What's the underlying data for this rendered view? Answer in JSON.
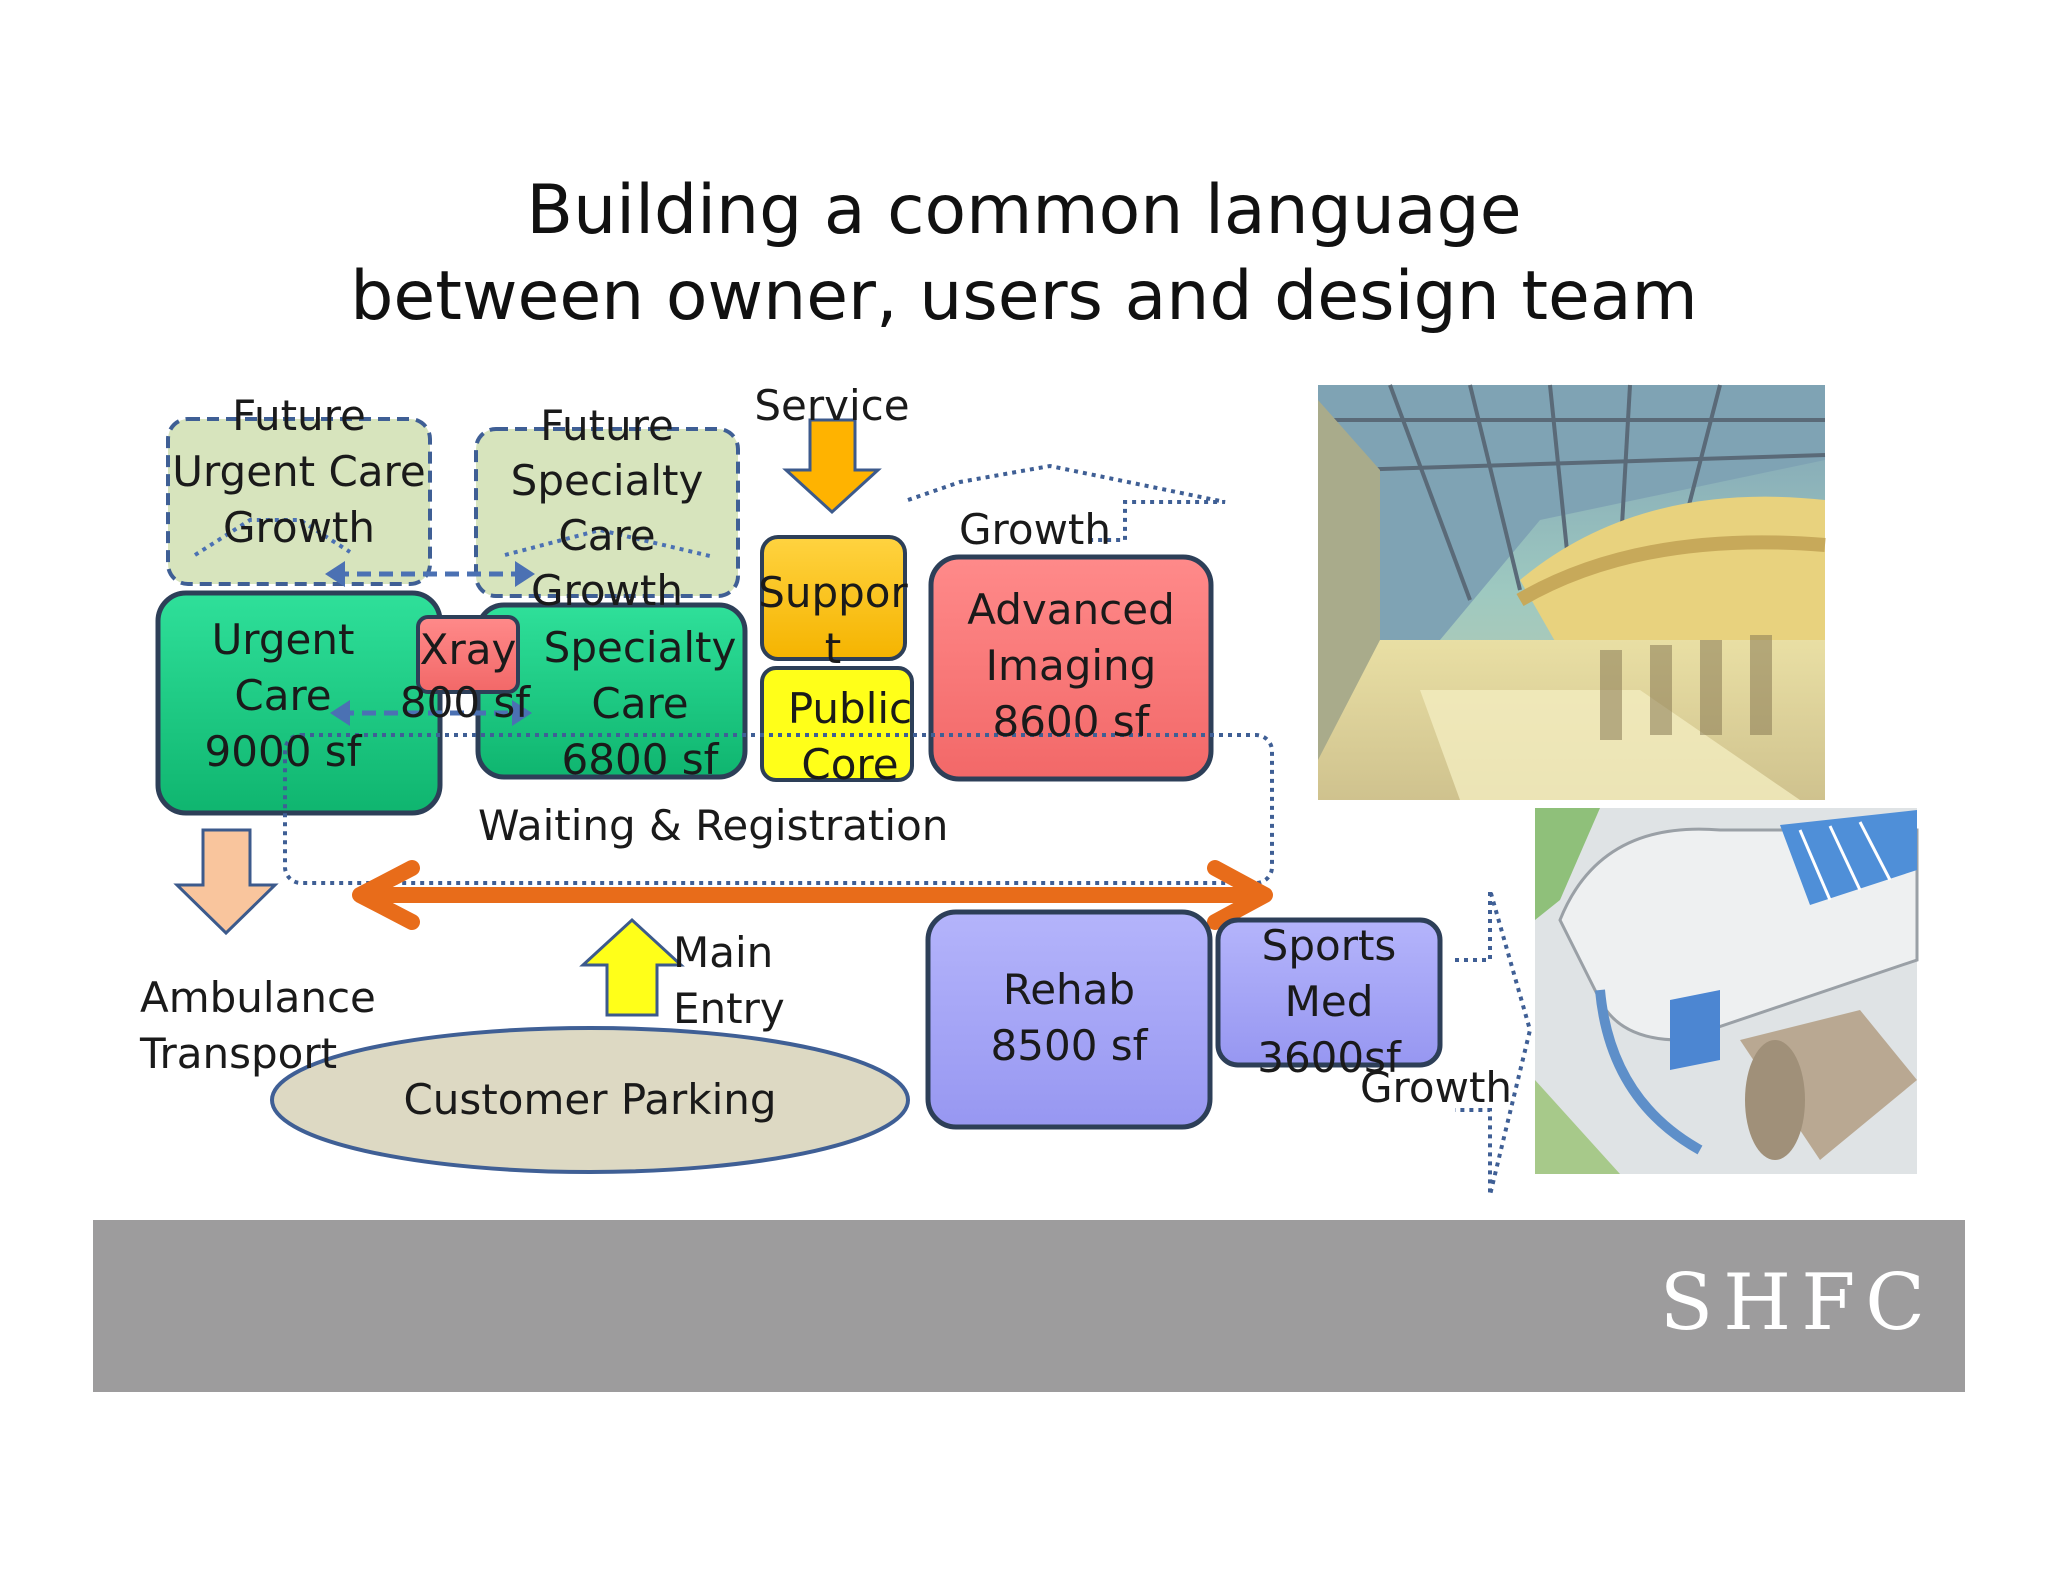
{
  "title": {
    "line1": "Building a common language",
    "line2": "between owner, users and design team"
  },
  "blocks": {
    "future_urgent_care_growth": "Future\nUrgent Care\nGrowth",
    "future_specialty_care_growth": "Future\nSpecialty\nCare\nGrowth",
    "service": "Service",
    "growth_top": "Growth",
    "urgent_care": "Urgent\nCare\n9000 sf",
    "xray": "Xray",
    "xray_area": "800 sf",
    "specialty_care": "Specialty\nCare\n6800 sf",
    "support": "Suppor\nt",
    "public_core": "Public\nCore",
    "advanced_imaging": "Advanced\nImaging\n8600 sf",
    "waiting_registration": "Waiting & Registration",
    "ambulance_transport": "Ambulance\nTransport",
    "main_entry": "Main\nEntry",
    "customer_parking": "Customer Parking",
    "rehab": "Rehab\n8500 sf",
    "sports_med": "Sports\nMed\n3600sf",
    "growth_right": "Growth"
  },
  "footer": {
    "brand": "SHFC"
  },
  "colors": {
    "green": "#15c97e",
    "pale_green": "#d7e4bd",
    "red": "#f87474",
    "orange": "#e86c1a",
    "gold": "#ffc107",
    "yellow": "#ffff19",
    "purple": "#a3a3f7",
    "peach": "#f9c59d",
    "parking": "#ddd9c3",
    "dash_blue": "#4b71b3",
    "footer_gray": "#9d9c9d"
  }
}
